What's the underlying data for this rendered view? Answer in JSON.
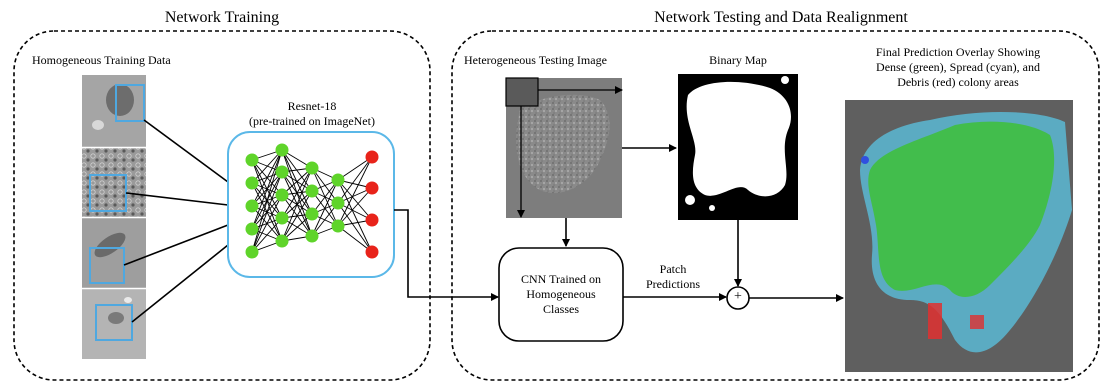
{
  "sections": {
    "training_title": "Network Training",
    "testing_title": "Network Testing and Data Realignment"
  },
  "training": {
    "data_label": "Homogeneous Training Data",
    "network_label_line1": "Resnet-18",
    "network_label_line2": "(pre-trained on ImageNet)"
  },
  "testing": {
    "testing_image_label": "Heterogeneous Testing Image",
    "binary_map_label": "Binary Map",
    "cnn_box_line1": "CNN Trained on",
    "cnn_box_line2": "Homogeneous",
    "cnn_box_line3": "Classes",
    "patch_line1": "Patch",
    "patch_line2": "Predictions",
    "plus_symbol": "+",
    "final_line1": "Final Prediction Overlay Showing",
    "final_line2": "Dense (green), Spread (cyan), and",
    "final_line3": "Debris (red) colony areas"
  },
  "colors": {
    "dense": "#3fbf3f",
    "spread": "#5bb8d4",
    "debris": "#e03030",
    "network_node_green": "#5fd42a",
    "network_node_red": "#e8231a",
    "network_border": "#5bb8e8",
    "patch_box": "#4fa8e0"
  }
}
